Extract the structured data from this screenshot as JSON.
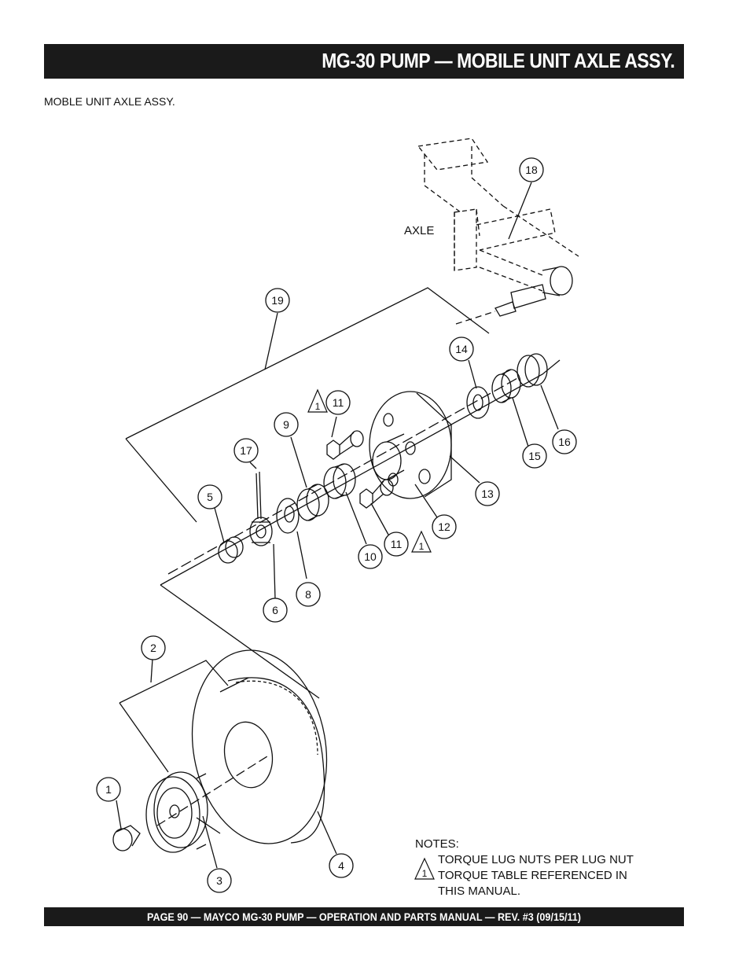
{
  "header": {
    "title": "MG-30 PUMP — MOBILE UNIT AXLE ASSY."
  },
  "subtitle": "MOBLE UNIT AXLE ASSY.",
  "labels": {
    "axle": "AXLE"
  },
  "callouts": {
    "c1": "1",
    "c2": "2",
    "c3": "3",
    "c4": "4",
    "c5": "5",
    "c6": "6",
    "c8": "8",
    "c9": "9",
    "c10": "10",
    "c11a": "11",
    "c11b": "11",
    "c12": "12",
    "c13": "13",
    "c14": "14",
    "c15": "15",
    "c16": "16",
    "c17": "17",
    "c18": "18",
    "c19": "19"
  },
  "warning_marks": {
    "w1": "1",
    "w2": "1",
    "w3": "1"
  },
  "notes": {
    "heading": "NOTES:",
    "lines": [
      "TORQUE LUG NUTS PER LUG NUT",
      "TORQUE TABLE REFERENCED IN",
      "THIS MANUAL."
    ]
  },
  "footer": {
    "text": "PAGE 90 — MAYCO  MG-30 PUMP — OPERATION AND PARTS MANUAL — REV. #3 (09/15/11)"
  }
}
